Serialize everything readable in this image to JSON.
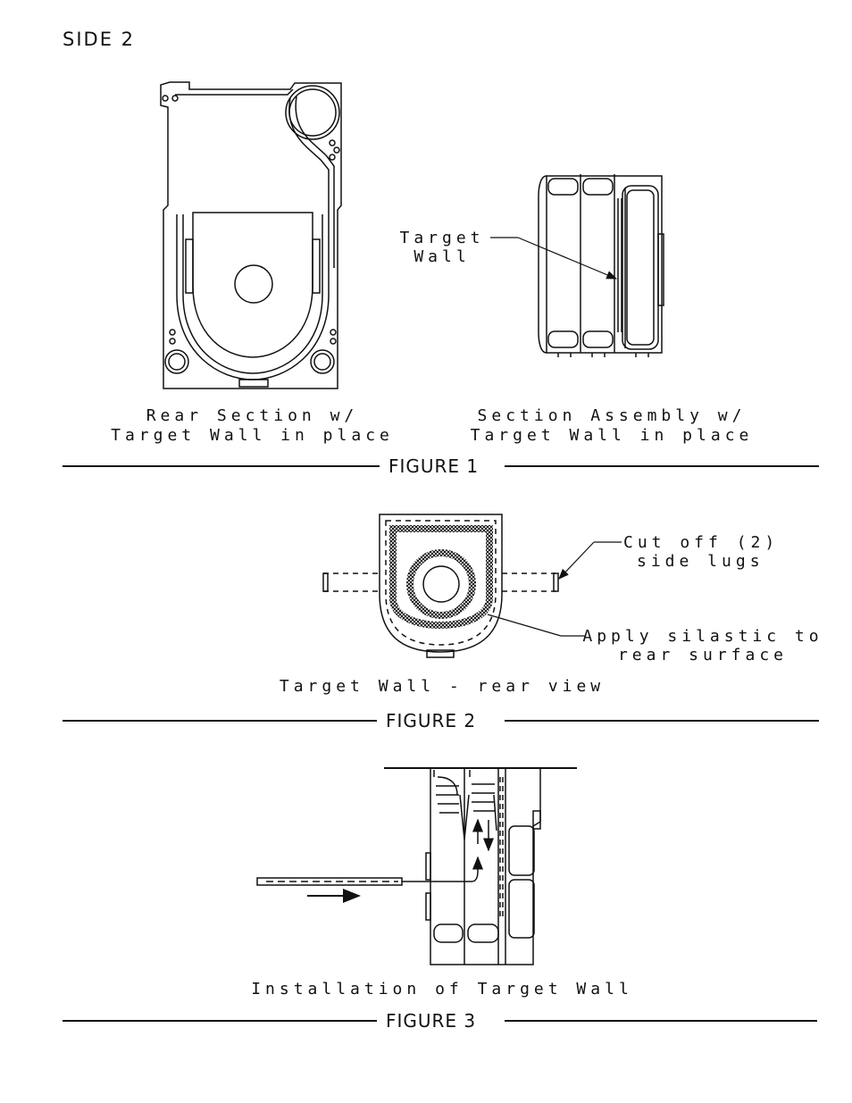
{
  "header": {
    "side": "SIDE 2"
  },
  "figure1": {
    "caption": "FIGURE 1",
    "callout": {
      "line1": "Target",
      "line2": "Wall"
    },
    "left_label": {
      "line1": "Rear Section w/",
      "line2": "Target Wall in place"
    },
    "right_label": {
      "line1": "Section Assembly w/",
      "line2": "Target Wall in place"
    }
  },
  "figure2": {
    "caption": "FIGURE 2",
    "callout_lugs": {
      "line1": "Cut off (2)",
      "line2": "side lugs"
    },
    "callout_silastic": {
      "line1": "Apply silastic to",
      "line2": "rear surface"
    },
    "label": "Target Wall - rear view"
  },
  "figure3": {
    "caption": "FIGURE 3",
    "label": "Installation of Target Wall"
  }
}
